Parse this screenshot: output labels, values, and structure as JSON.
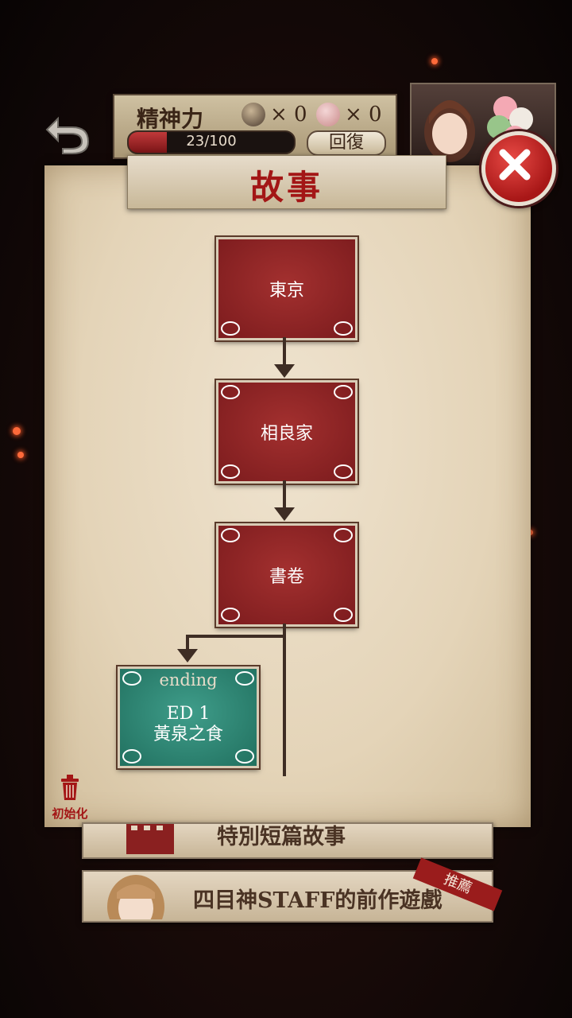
{
  "hud": {
    "label": "精神力",
    "item1_count": "× 0",
    "item2_count": "× 0",
    "mind_text": "23/100",
    "mind_fraction": 0.23,
    "recover_label": "回復"
  },
  "title": "故事",
  "nodes": [
    {
      "label": "東京"
    },
    {
      "label": "相良家"
    },
    {
      "label": "書卷"
    }
  ],
  "ending": {
    "tag": "ending",
    "line1": "ED 1",
    "line2": "黃泉之食"
  },
  "reset_label": "初始化",
  "banners": {
    "special": "特別短篇故事",
    "staff": "四目神STAFF的前作遊戲",
    "recommend": "推薦"
  },
  "colors": {
    "accent_red": "#a31616",
    "node_red": "#7b1b1d",
    "ending_teal": "#21705f"
  }
}
